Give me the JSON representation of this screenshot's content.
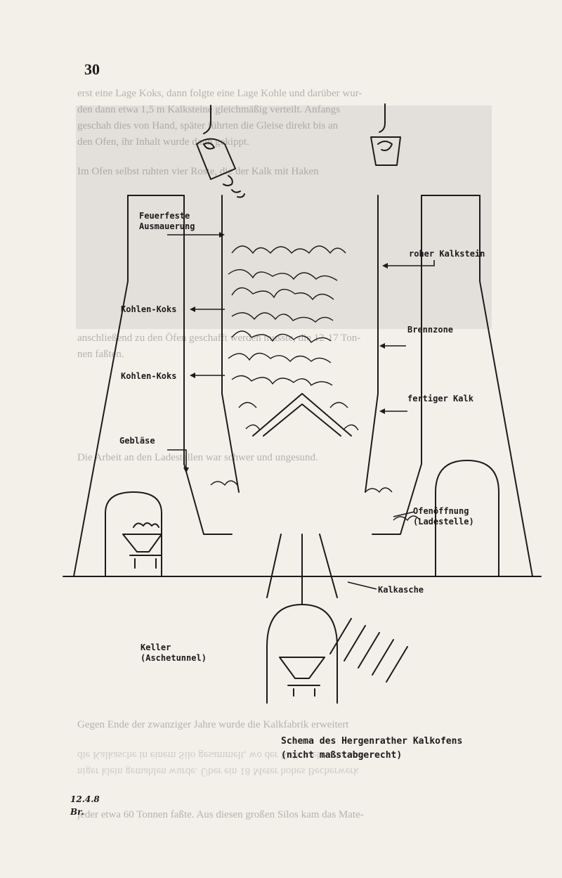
{
  "page": {
    "number": "30"
  },
  "bleed_through_text": [
    "erst eine Lage Koks, dann folgte eine Lage Kohle und darüber wur-",
    "den dann etwa 1,5 m Kalksteine gleichmäßig verteilt. Anfangs",
    "geschah dies von Hand, später führten die Gleise direkt bis an",
    "den Ofen, ihr Inhalt wurde dann gekippt.",
    "Im Ofen selbst ruhten vier Roste, die der Kalk mit Haken",
    "anschließend zu den Öfen geschafft werden musste, die 12-17 Ton-",
    "nen faßten.",
    "Die Arbeit an den Ladestellen war schwer und ungesund.",
    "Gegen Ende der zwanziger Jahre wurde die Kalkfabrik erweitert",
    "die Kalkasche in einem Silo gesammelt, wo der Kalk mehr oder we-",
    "niger klein gemahlen wurde. Über ein 18 Meter hohes Becherwerk",
    "jeder etwa 60 Tonnen faßte. Aus diesen großen Silos kam das Mate-"
  ],
  "labels": {
    "feuerfeste": "Feuerfeste\nAusmauerung",
    "roher_kalkstein": "roher Kalkstein",
    "kohlen_koks_1": "Kohlen-Koks",
    "brennzone": "Brennzone",
    "kohlen_koks_2": "Kohlen-Koks",
    "fertiger_kalk": "fertiger Kalk",
    "geblaese": "Gebläse",
    "ofenoeffnung": "Ofenöffnung\n(Ladestelle)",
    "kalkasche": "Kalkasche",
    "keller": "Keller\n(Aschetunnel)"
  },
  "caption": "Schema des Hergenrather Kalkofens\n(nicht maßstabgerecht)",
  "handwritten_note": [
    "12.4.8",
    "Br."
  ]
}
